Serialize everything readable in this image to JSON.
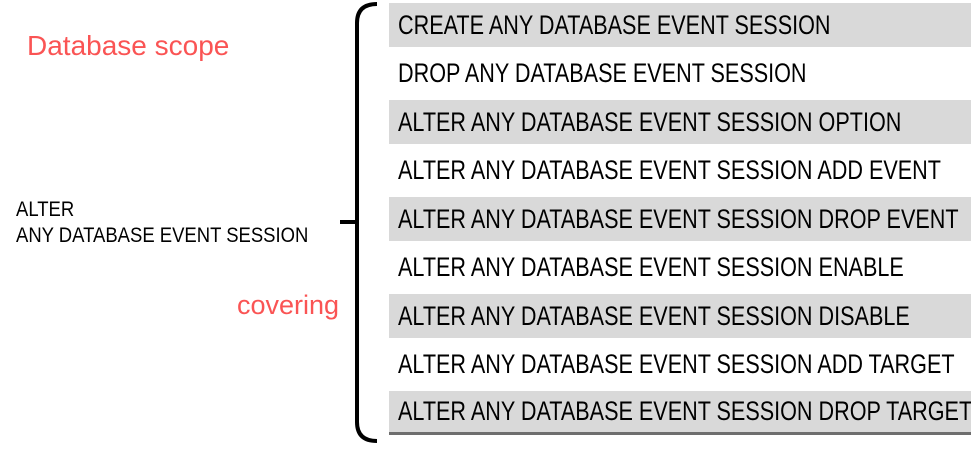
{
  "labels": {
    "scope": "Database scope",
    "privilege_line1": "ALTER",
    "privilege_line2": "ANY DATABASE EVENT SESSION",
    "covering": "covering"
  },
  "colors": {
    "accent_red": "#fa5454",
    "bar_gray": "#d9d9d9",
    "text_black": "#000000",
    "underline_dark": "#6e6e6e"
  },
  "permissions": [
    {
      "label": "CREATE ANY DATABASE EVENT SESSION",
      "highlighted": true
    },
    {
      "label": "DROP ANY DATABASE EVENT SESSION",
      "highlighted": false
    },
    {
      "label": "ALTER ANY DATABASE EVENT SESSION OPTION",
      "highlighted": true
    },
    {
      "label": "ALTER ANY DATABASE EVENT SESSION ADD EVENT",
      "highlighted": false
    },
    {
      "label": "ALTER ANY DATABASE EVENT SESSION DROP EVENT",
      "highlighted": true
    },
    {
      "label": "ALTER ANY DATABASE EVENT SESSION ENABLE",
      "highlighted": false
    },
    {
      "label": "ALTER ANY DATABASE EVENT SESSION DISABLE",
      "highlighted": true
    },
    {
      "label": "ALTER ANY DATABASE EVENT SESSION ADD TARGET",
      "highlighted": false
    },
    {
      "label": "ALTER ANY DATABASE EVENT SESSION DROP TARGET",
      "highlighted": true
    }
  ]
}
